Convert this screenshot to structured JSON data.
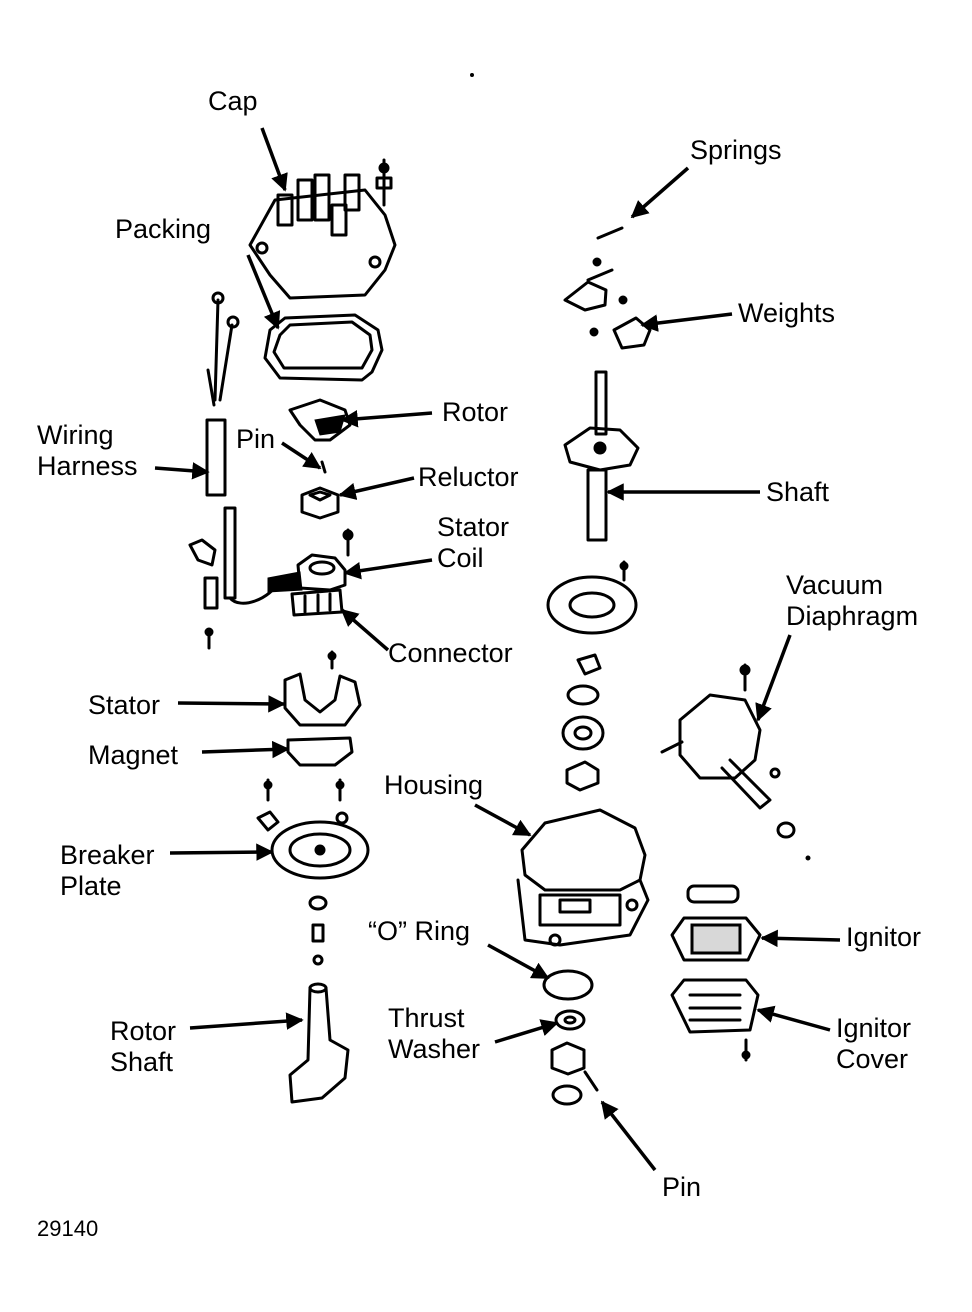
{
  "figure_number": "29140",
  "labels": {
    "cap": "Cap",
    "packing": "Packing",
    "rotor": "Rotor",
    "pin_top": "Pin",
    "reluctor": "Reluctor",
    "wiring_harness_1": "Wiring",
    "wiring_harness_2": "Harness",
    "stator_coil_1": "Stator",
    "stator_coil_2": "Coil",
    "connector": "Connector",
    "stator": "Stator",
    "magnet": "Magnet",
    "breaker_plate_1": "Breaker",
    "breaker_plate_2": "Plate",
    "rotor_shaft_1": "Rotor",
    "rotor_shaft_2": "Shaft",
    "springs": "Springs",
    "weights": "Weights",
    "shaft": "Shaft",
    "vacuum_diaphragm_1": "Vacuum",
    "vacuum_diaphragm_2": "Diaphragm",
    "housing": "Housing",
    "o_ring": "“O” Ring",
    "thrust_washer_1": "Thrust",
    "thrust_washer_2": "Washer",
    "ignitor": "Ignitor",
    "ignitor_cover_1": "Ignitor",
    "ignitor_cover_2": "Cover",
    "pin_bottom": "Pin"
  }
}
